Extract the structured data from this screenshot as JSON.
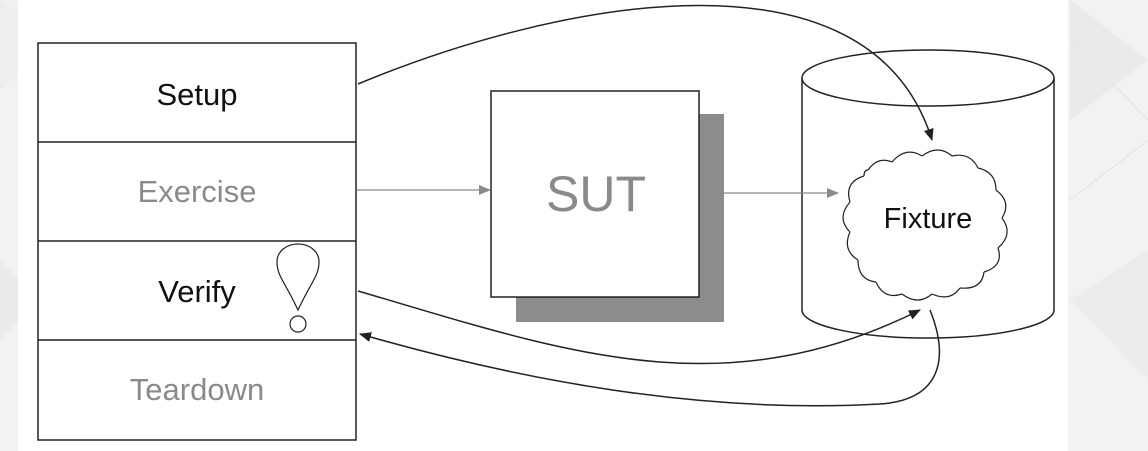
{
  "phases": {
    "setup": "Setup",
    "exercise": "Exercise",
    "verify": "Verify",
    "teardown": "Teardown"
  },
  "sut": {
    "label": "SUT"
  },
  "fixture": {
    "label": "Fixture"
  },
  "colors": {
    "active_text": "#111111",
    "inactive_text": "#8a8a8a",
    "line": "#222222",
    "gray_arrow": "#8a8a8a",
    "sut_shadow": "#8c8c8e",
    "background": "#f2f2f2"
  }
}
